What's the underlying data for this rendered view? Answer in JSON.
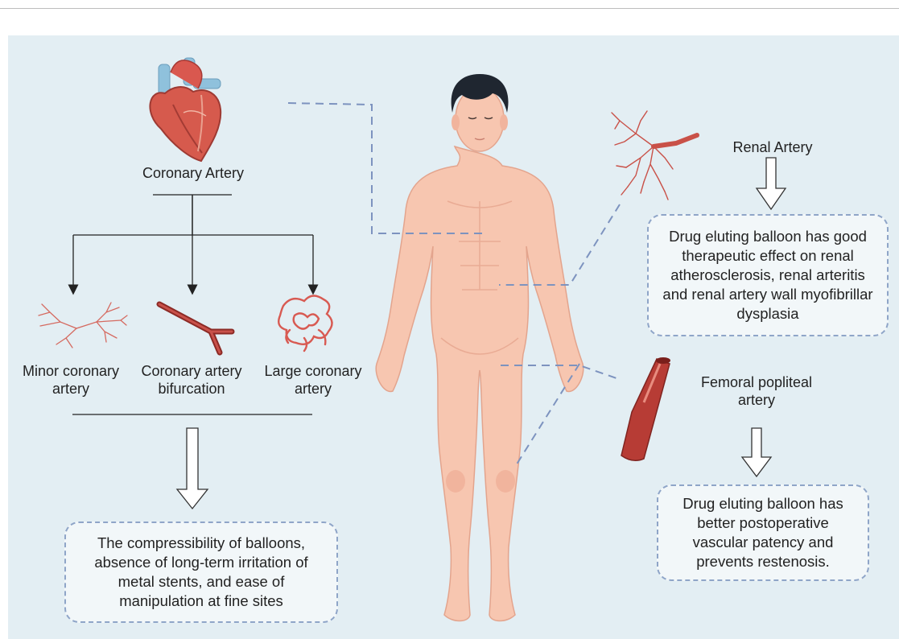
{
  "coronary": {
    "title": "Coronary Artery",
    "branches": [
      {
        "label": "Minor coronary artery"
      },
      {
        "label": "Coronary artery bifurcation"
      },
      {
        "label": "Large coronary artery"
      }
    ],
    "result": "The compressibility of balloons, absence of long-term irritation of metal stents, and ease of manipulation at fine sites"
  },
  "renal": {
    "title": "Renal Artery",
    "result": "Drug eluting balloon has good therapeutic effect on renal atherosclerosis, renal arteritis and renal artery wall myofibrillar dysplasia"
  },
  "femoral": {
    "title": "Femoral popliteal artery",
    "result": "Drug eluting balloon has better postoperative vascular patency and prevents restenosis."
  },
  "colors": {
    "background": "#e3eef3",
    "skin": "#f7c6b0",
    "artery": "#c8524a",
    "dashed_line": "#7d93bf",
    "hair": "#1f2630"
  }
}
